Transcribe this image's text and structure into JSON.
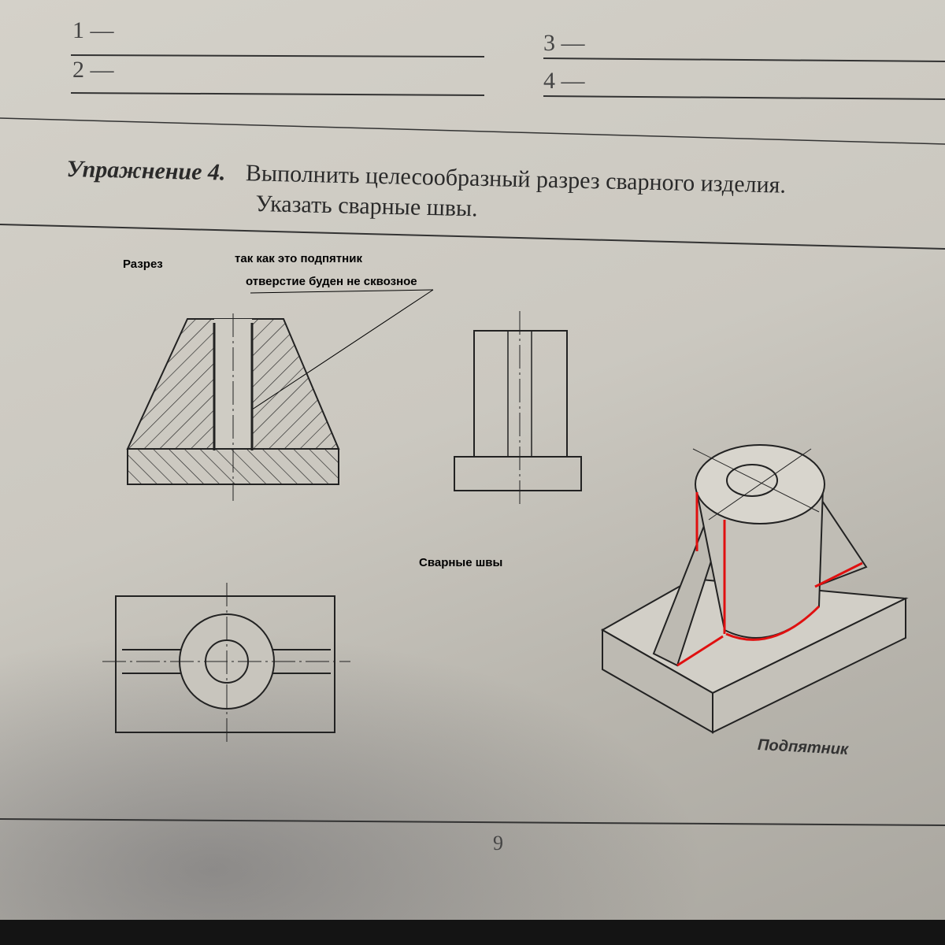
{
  "blanks": {
    "item1": "1 —",
    "item2": "2 —",
    "item3": "3 —",
    "item4": "4 —"
  },
  "exercise": {
    "label": "Упражнение 4.",
    "line1": "Выполнить целесообразный разрез сварного изделия.",
    "line2": "Указать сварные швы."
  },
  "annotations": {
    "section_label": "Разрез",
    "note_line1": "так как это подпятник",
    "note_line2": "отверстие буден не сквозное",
    "welds_label": "Сварные швы",
    "weld_color": "#e01010"
  },
  "figure_caption": "Подпятник",
  "page_number": "9"
}
